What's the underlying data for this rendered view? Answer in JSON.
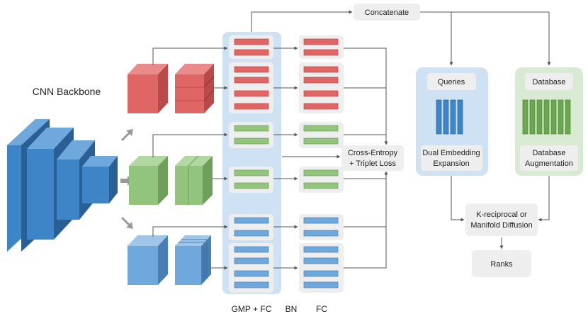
{
  "labels": {
    "backbone": "CNN Backbone",
    "concatenate": "Concatenate",
    "loss_line1": "Cross-Entropy",
    "loss_line2": "+ Triplet Loss",
    "queries": "Queries",
    "database": "Database",
    "dual_line1": "Dual Embedding",
    "dual_line2": "Expansion",
    "aug_line1": "Database",
    "aug_line2": "Augmentation",
    "diffusion_line1": "K-reciprocal or",
    "diffusion_line2": "Manifold Diffusion",
    "ranks": "Ranks",
    "col_gmp": "GMP + FC",
    "col_bn": "BN",
    "col_fc": "FC"
  },
  "colors": {
    "red_face": "#e06666",
    "red_top": "#ea8a8a",
    "red_side": "#b94a4a",
    "green_face": "#93c47d",
    "green_top": "#b2d8a2",
    "green_side": "#6f9f5b",
    "blue_face": "#6fa8dc",
    "blue_top": "#9fc5e8",
    "blue_side": "#4a7fb5",
    "backbone_face": "#3d85c6",
    "backbone_top": "#6fa8dc",
    "backbone_side": "#2a5f96",
    "column_bg": "#cfe2f3",
    "query_panel": "#cfe2f3",
    "database_panel": "#d9ead3",
    "box_gray": "#eeeeee",
    "arrow": "#555555"
  }
}
